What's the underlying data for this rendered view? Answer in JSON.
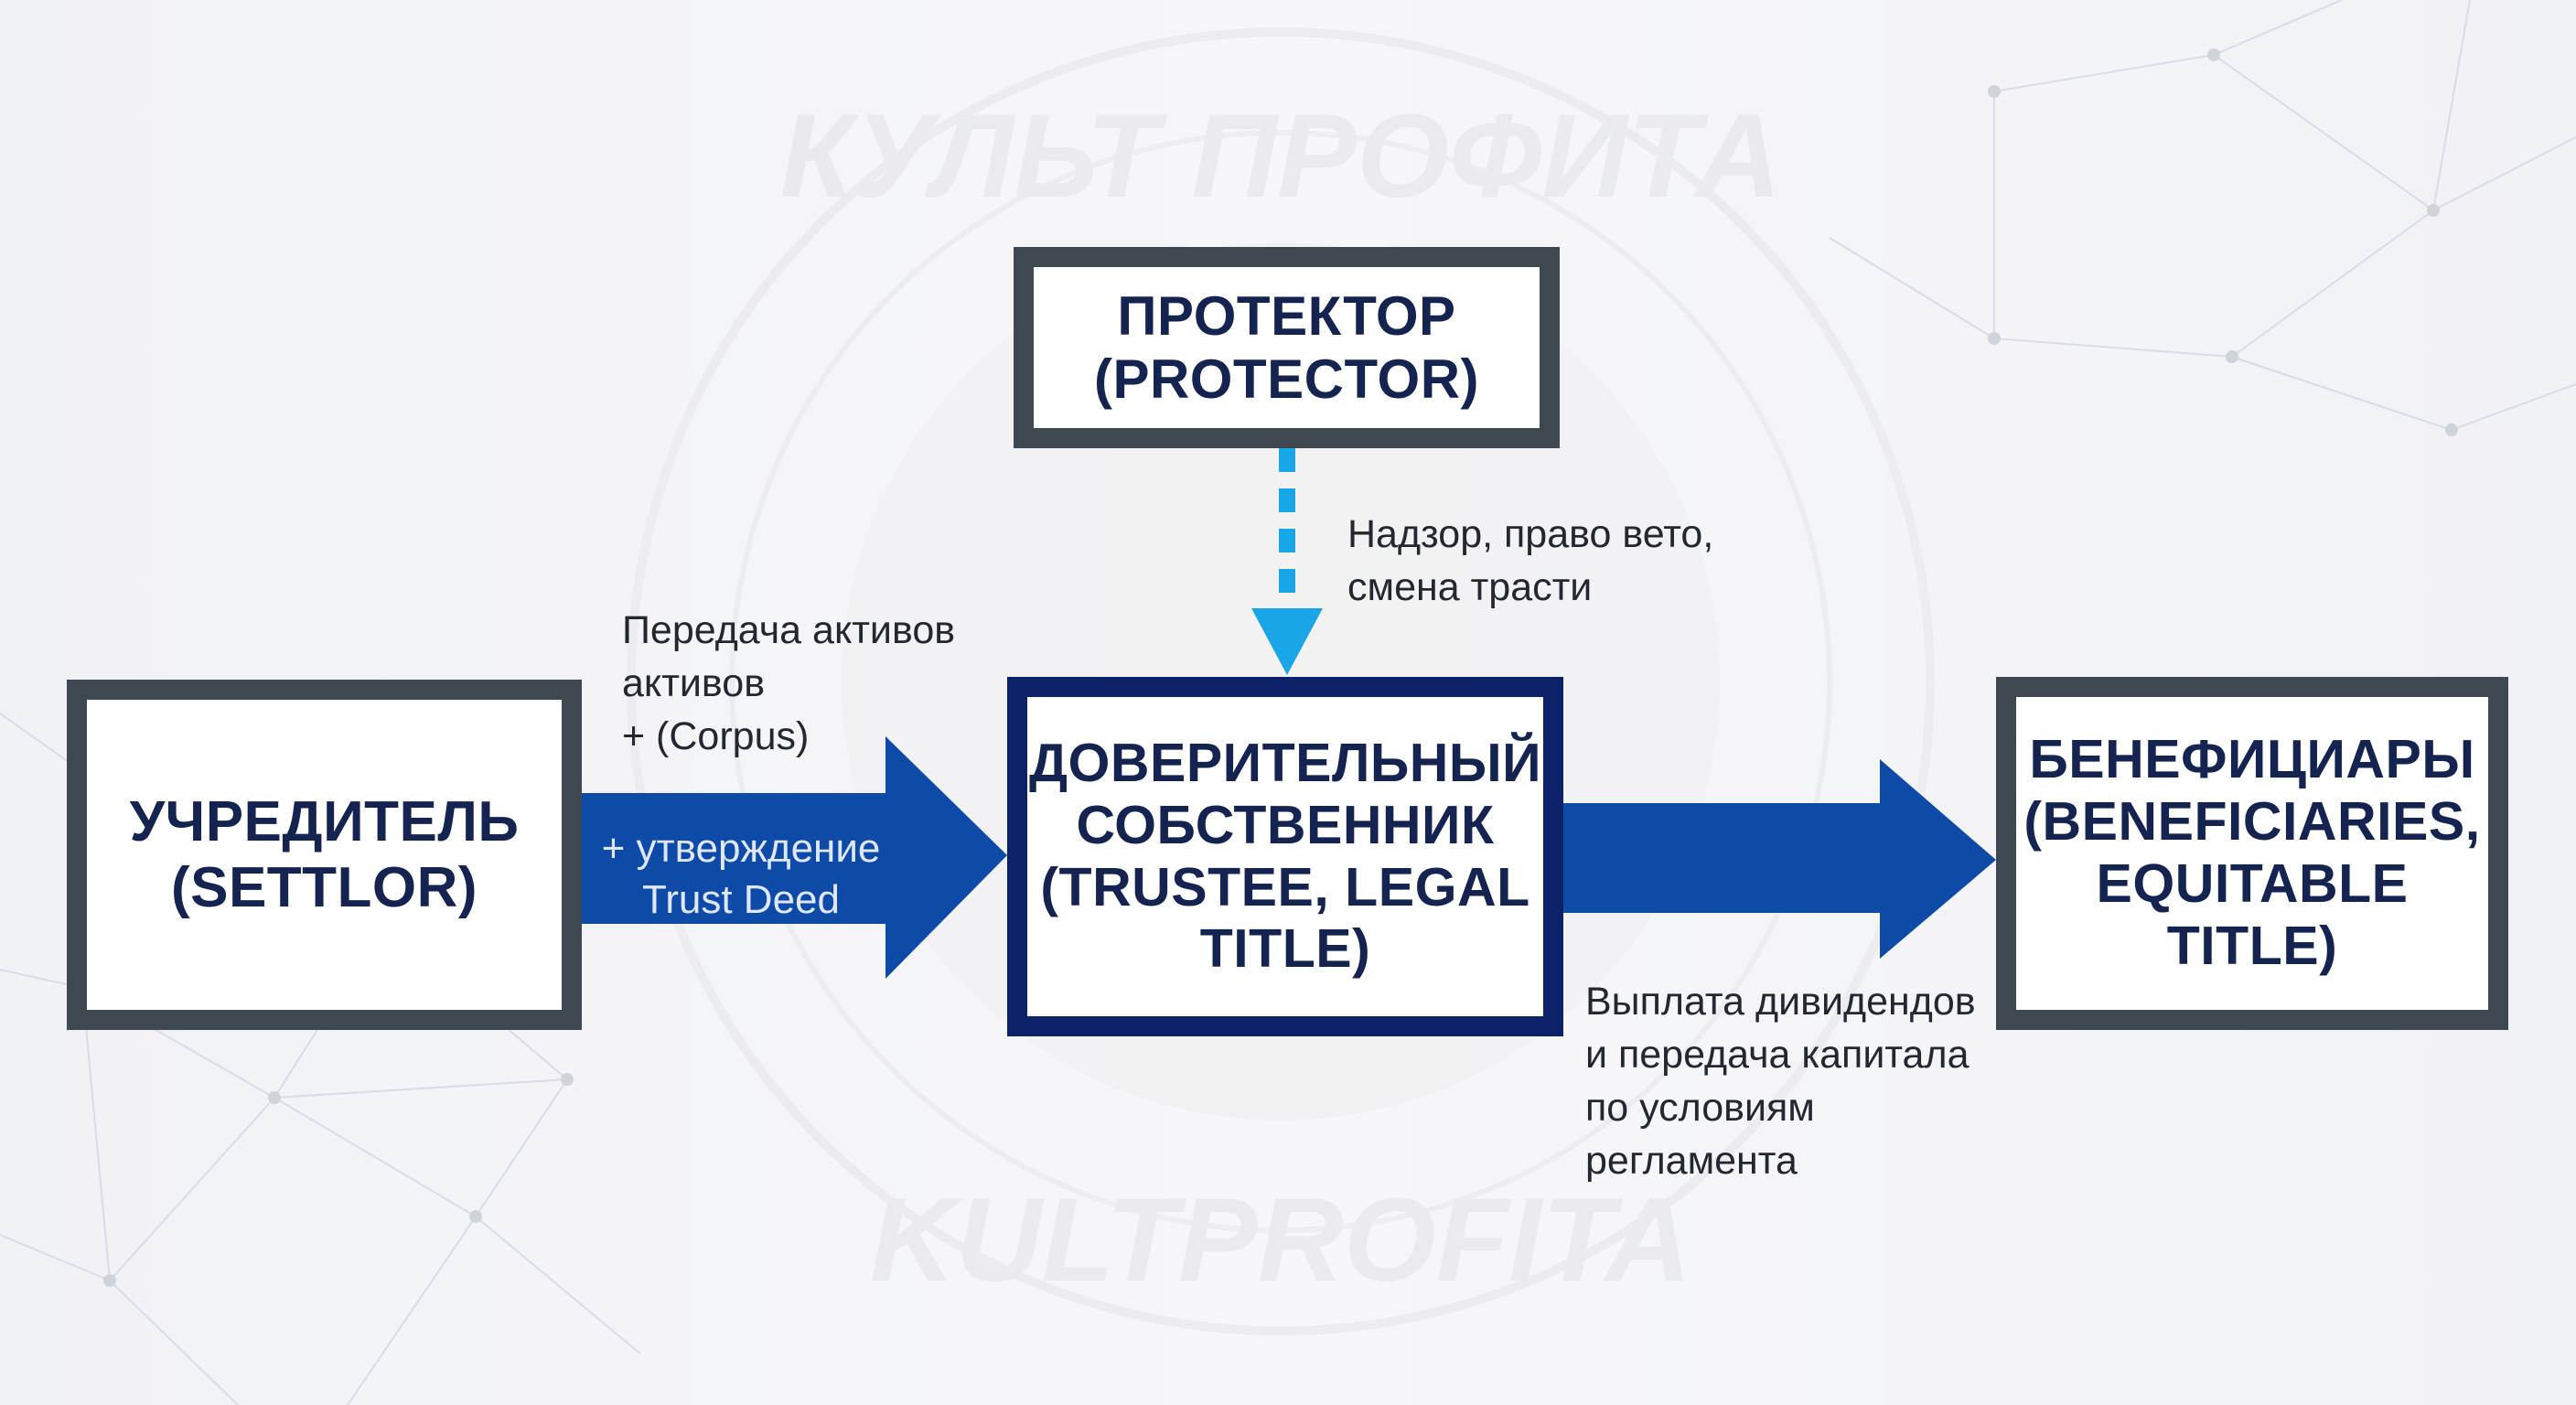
{
  "boxes": {
    "protector": {
      "line1": "ПРОТЕКТОР",
      "line2": "(PROTECTOR)"
    },
    "settlor": {
      "line1": "УЧРЕДИТЕЛЬ",
      "line2": "(SETTLOR)"
    },
    "trustee": {
      "line1": "ДОВЕРИТЕЛЬНЫЙ",
      "line2": "СОБСТВЕННИК",
      "line3": "(TRUSTEE, LEGAL",
      "line4": "TITLE)"
    },
    "beneficiaries": {
      "line1": "БЕНЕФИЦИАРЫ",
      "line2": "(BENEFICIARIES,",
      "line3": "EQUITABLE TITLE)"
    }
  },
  "labels": {
    "protector_link": "Надзор, право вето,\nсмена трасти",
    "settlor_transfer": "Передача активов\nактивов\n+ (Corpus)",
    "settlor_arrow_text": "+ утверждение\nTrust Deed",
    "beneficiary_payout": "Выплата дивидендов\nи передача капитала\nпо условиям\nрегламента"
  },
  "watermark": {
    "top": "КУЛЬТ ПРОФИТА",
    "bottom": "KULTPROFITA"
  },
  "colors": {
    "arrow_blue": "#0e4aa8",
    "dashed_blue": "#1aa6e6",
    "gray_border": "#3d4851",
    "navy_border": "#0b2268",
    "title_text": "#14234f"
  }
}
